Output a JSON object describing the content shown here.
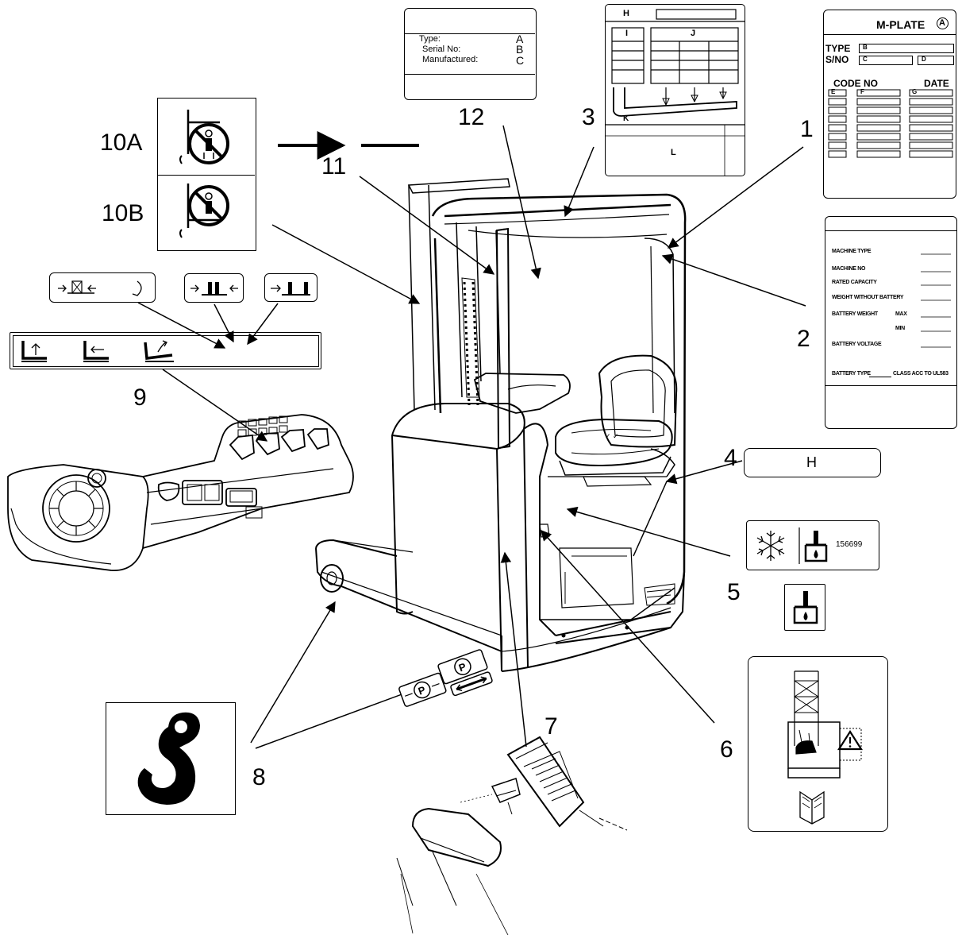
{
  "callouts": {
    "c1": "1",
    "c2": "2",
    "c3": "3",
    "c4": "4",
    "c5": "5",
    "c6": "6",
    "c7": "7",
    "c8": "8",
    "c9": "9",
    "c10a": "10A",
    "c10b": "10B",
    "c11": "11",
    "c12": "12"
  },
  "type_plate": {
    "type_label": "Type:",
    "type_val": "A",
    "serial_label": "Serial No:",
    "serial_val": "B",
    "mfg_label": "Manufactured:",
    "mfg_val": "C"
  },
  "capacity_plate": {
    "h": "H",
    "i": "I",
    "j": "J",
    "k": "K",
    "l": "L"
  },
  "m_plate": {
    "title": "M-PLATE",
    "circle_a": "A",
    "type": "TYPE",
    "b": "B",
    "sno": "S/NO",
    "c": "C",
    "d": "D",
    "code_no": "CODE NO",
    "date": "DATE",
    "e": "E",
    "f": "F",
    "g": "G"
  },
  "machine_plate": {
    "machine_type": "MACHINE TYPE",
    "machine_no": "MACHINE NO",
    "rated_capacity": "RATED CAPACITY",
    "weight_without_battery": "WEIGHT WITHOUT BATTERY",
    "battery_weight": "BATTERY WEIGHT",
    "max": "MAX",
    "min": "MIN",
    "battery_voltage": "BATTERY VOLTAGE",
    "battery_type": "BATTERY TYPE",
    "class_acc": "CLASS ACC TO UL583"
  },
  "decal4": {
    "label": "H"
  },
  "decal5": {
    "part_no": "156699"
  },
  "colors": {
    "ink": "#000000",
    "paper": "#ffffff"
  },
  "icons": [
    "no-passenger-icon",
    "hook-icon",
    "snowflake-icon",
    "hydraulic-oil-icon",
    "warning-triangle-icon",
    "manual-book-icon",
    "parking-brake-icon",
    "lift-icon",
    "lower-icon",
    "tilt-icon"
  ]
}
